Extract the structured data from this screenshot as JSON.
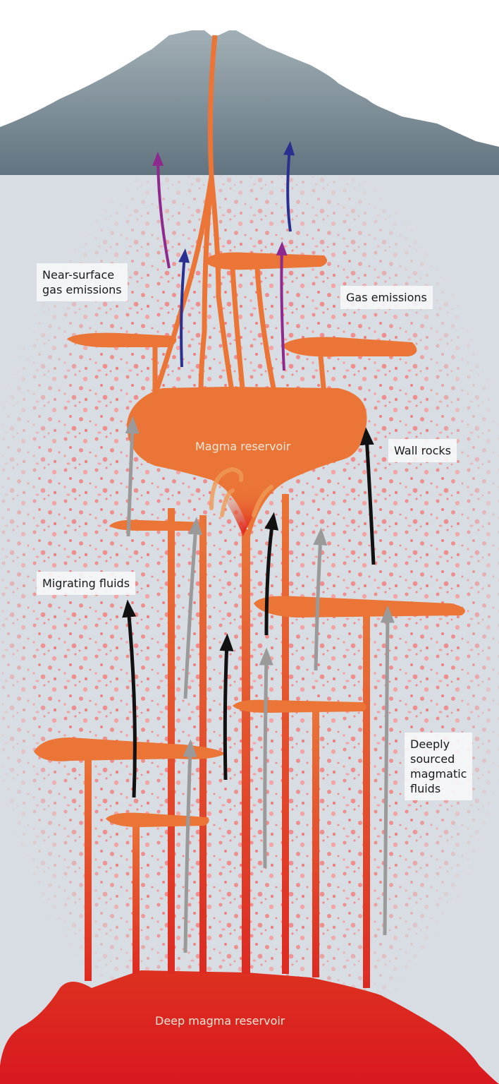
{
  "figure": {
    "type": "volcanic plumbing system schematic",
    "colors": {
      "sky": "#ffffff",
      "volcano_top": "#a2afb6",
      "volcano_bottom": "#647680",
      "crust": "#d7dde2",
      "wall_rock_speckle": "#f08a8a",
      "shallow_magma": "#ea7537",
      "deep_magma": "#da1c22",
      "near_surface_gas_arrow": "#8e2a8e",
      "gas_arrow_blue": "#2b2f8f",
      "migrating_fluid_arrow": "#111111",
      "deep_fluid_arrow": "#9a9a9a"
    },
    "labels": {
      "near_surface_gas": "Near-surface\ngas emissions",
      "gas_emissions": "Gas emissions",
      "magma_reservoir": "Magma reservoir",
      "wall_rocks": "Wall rocks",
      "migrating_fluids": "Migrating fluids",
      "deeply_sourced": "Deeply\nsourced\nmagmatic\nfluids",
      "deep_magma_reservoir": "Deep magma reservoir"
    }
  }
}
